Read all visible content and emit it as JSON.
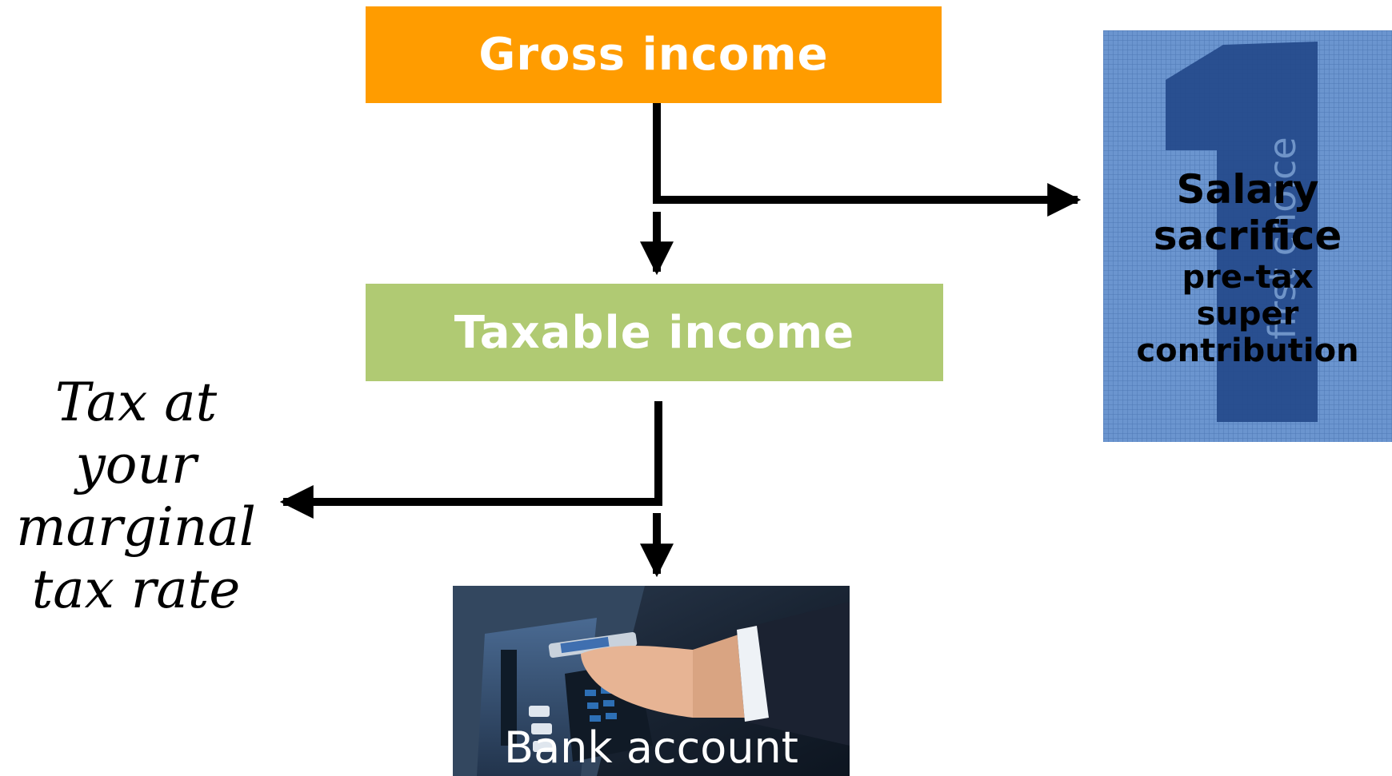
{
  "nodes": {
    "gross": {
      "label": "Gross income",
      "color": "#ff9c00"
    },
    "taxable": {
      "label": "Taxable income",
      "color": "#b0ca73"
    },
    "tax": {
      "label": "Tax at your marginal tax rate"
    },
    "bank": {
      "label": "Bank account"
    },
    "salary": {
      "line1": "Salary",
      "line2": "sacrifice",
      "line3": "pre-tax",
      "line4": "super",
      "line5": "contribution",
      "badge_text": "first choice",
      "badge_digit": "1",
      "color": "#5f8ac6"
    }
  },
  "edges": [
    {
      "from": "gross",
      "to": "salary"
    },
    {
      "from": "gross",
      "to": "taxable"
    },
    {
      "from": "taxable",
      "to": "tax"
    },
    {
      "from": "taxable",
      "to": "bank"
    }
  ]
}
